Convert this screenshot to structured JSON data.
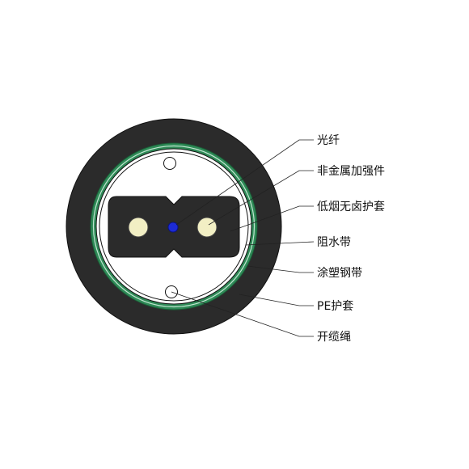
{
  "colors": {
    "background": "#ffffff",
    "outer_sheath": "#2b2b2b",
    "steel_tape": "#2f8a57",
    "steel_tape_highlight": "#bfe5cf",
    "water_blocking_tape": "#ffffff",
    "inner_sheath": "#ffffff",
    "drop_cable_body": "#2b2b2b",
    "strength_member": "#f2efc4",
    "fiber": "#1c2bd6",
    "ripcord": "#ffffff",
    "outline": "#111111"
  },
  "labels": {
    "fiber": "光纤",
    "strength_member": "非金属加强件",
    "lszh_sheath": "低烟无卤护套",
    "water_blocking_tape": "阻水带",
    "coated_steel_tape": "涂塑钢带",
    "pe_sheath": "PE护套",
    "ripcord": "开缆绳"
  }
}
